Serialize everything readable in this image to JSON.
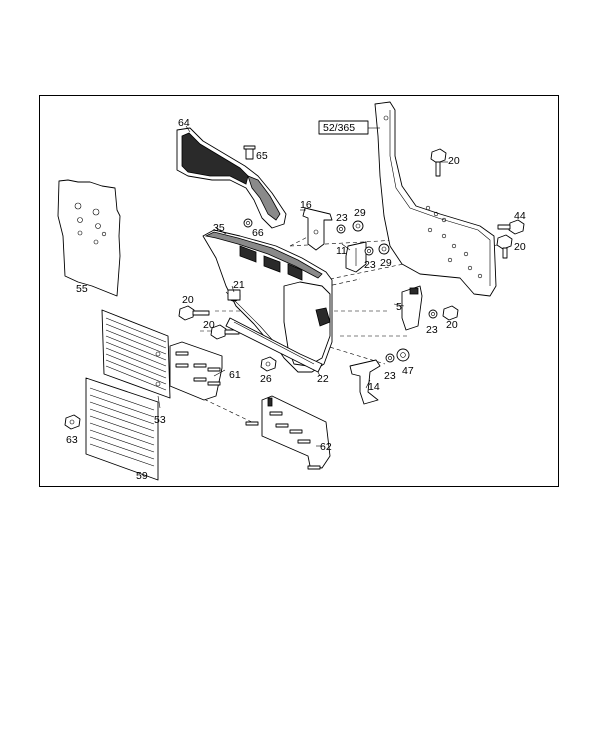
{
  "diagram": {
    "reference_box": "52/365",
    "callouts": [
      {
        "id": "c64",
        "text": "64"
      },
      {
        "id": "c65",
        "text": "65"
      },
      {
        "id": "c66",
        "text": "66"
      },
      {
        "id": "c55",
        "text": "55"
      },
      {
        "id": "c35",
        "text": "35"
      },
      {
        "id": "c16",
        "text": "16"
      },
      {
        "id": "c23a",
        "text": "23"
      },
      {
        "id": "c29a",
        "text": "29"
      },
      {
        "id": "c11",
        "text": "11"
      },
      {
        "id": "c23b",
        "text": "23"
      },
      {
        "id": "c29b",
        "text": "29"
      },
      {
        "id": "c20a",
        "text": "20"
      },
      {
        "id": "c44",
        "text": "44"
      },
      {
        "id": "c20b",
        "text": "20"
      },
      {
        "id": "c21",
        "text": "21"
      },
      {
        "id": "c20c",
        "text": "20"
      },
      {
        "id": "c20d",
        "text": "20"
      },
      {
        "id": "c5",
        "text": "5"
      },
      {
        "id": "c23c",
        "text": "23"
      },
      {
        "id": "c20e",
        "text": "20"
      },
      {
        "id": "c61",
        "text": "61"
      },
      {
        "id": "c26",
        "text": "26"
      },
      {
        "id": "c22",
        "text": "22"
      },
      {
        "id": "c23d",
        "text": "23"
      },
      {
        "id": "c47",
        "text": "47"
      },
      {
        "id": "c14",
        "text": "14"
      },
      {
        "id": "c53",
        "text": "53"
      },
      {
        "id": "c63",
        "text": "63"
      },
      {
        "id": "c62",
        "text": "62"
      },
      {
        "id": "c59",
        "text": "59"
      }
    ]
  }
}
